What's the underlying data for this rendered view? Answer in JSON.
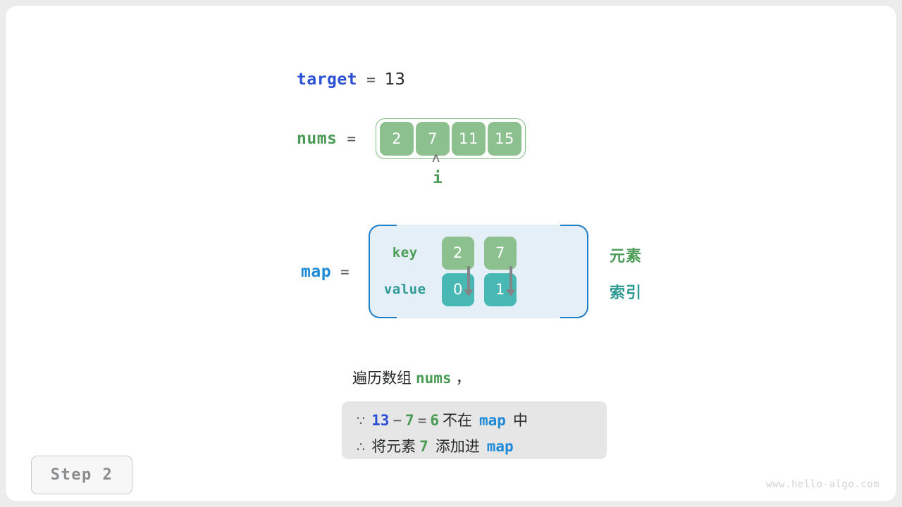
{
  "watermark": "www.hello-algo.com",
  "step_badge": "Step 2",
  "target": {
    "name": "target",
    "eq": "=",
    "value": "13"
  },
  "nums": {
    "name": "nums",
    "eq": "=",
    "cells": [
      "2",
      "7",
      "11",
      "15"
    ],
    "pointer": {
      "caret": "ʌ",
      "label": "i",
      "index": 1
    }
  },
  "map": {
    "name": "map",
    "eq": "=",
    "key_label": "key",
    "value_label": "value",
    "keys": [
      "2",
      "7"
    ],
    "values": [
      "0",
      "1"
    ],
    "annotation_key": "元素",
    "annotation_value": "索引"
  },
  "caption": {
    "prefix": "遍历数组",
    "code": "nums",
    "suffix": "，"
  },
  "note": {
    "line1": {
      "symbol": "∵",
      "a": "13",
      "minus": "−",
      "b": "7",
      "equals": "=",
      "result": "6",
      "mid": "不在",
      "map": "map",
      "end": "中"
    },
    "line2": {
      "symbol": "∴",
      "pre": "将元素",
      "num": "7",
      "mid": "添加进",
      "map": "map"
    }
  },
  "colors": {
    "target_blue": "#2a50d4",
    "map_blue": "#1f8ad6",
    "green": "#4a9b55",
    "cell_green": "#8cc08e",
    "teal": "#48b8b5",
    "teal_text": "#2f9a94",
    "map_bg": "#e4eff8",
    "map_border": "#1f7fc9",
    "note_bg": "#e6e6e6",
    "arrow_gray": "#838587"
  }
}
